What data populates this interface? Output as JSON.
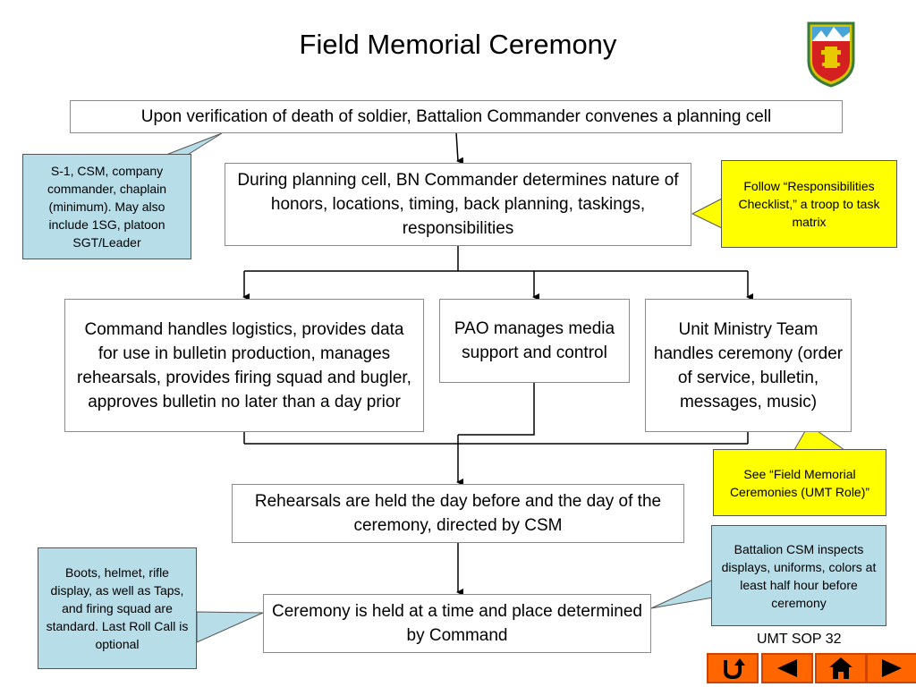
{
  "title": "Field Memorial Ceremony",
  "boxes": {
    "convene": "Upon verification of death of soldier, Battalion Commander convenes a planning cell",
    "planning": "During planning cell, BN Commander determines nature of honors, locations, timing, back planning, taskings, responsibilities",
    "command": "Command handles logistics, provides data for use in bulletin production, manages rehearsals, provides firing squad and bugler, approves bulletin no later than a day prior",
    "pao": "PAO manages media support and control",
    "umt": "Unit Ministry Team handles ceremony (order of service, bulletin, messages, music)",
    "rehearsals": "Rehearsals are held the day before and the day of the ceremony, directed by CSM",
    "ceremony": "Ceremony is held at a time and place determined by Command"
  },
  "callouts": {
    "planning_cell": "S-1, CSM, company commander, chaplain (minimum). May also include 1SG, platoon SGT/Leader",
    "checklist": "Follow “Responsibilities Checklist,” a troop to task matrix",
    "umt_role": "See “Field Memorial Ceremonies (UMT Role)”",
    "csm_inspect": "Battalion CSM inspects displays, uniforms, colors at least half hour before ceremony",
    "standards": "Boots, helmet, rifle display, as well as Taps, and firing squad are standard. Last Roll Call is optional"
  },
  "footer": "UMT SOP 32",
  "nav": [
    {
      "name": "return-icon",
      "label": "return"
    },
    {
      "name": "back-icon",
      "label": "back"
    },
    {
      "name": "home-icon",
      "label": "home"
    },
    {
      "name": "forward-icon",
      "label": "forward"
    }
  ],
  "colors": {
    "callout_blue": "#b7dde8",
    "callout_yellow": "#ffff00",
    "nav_orange": "#ff6600"
  }
}
